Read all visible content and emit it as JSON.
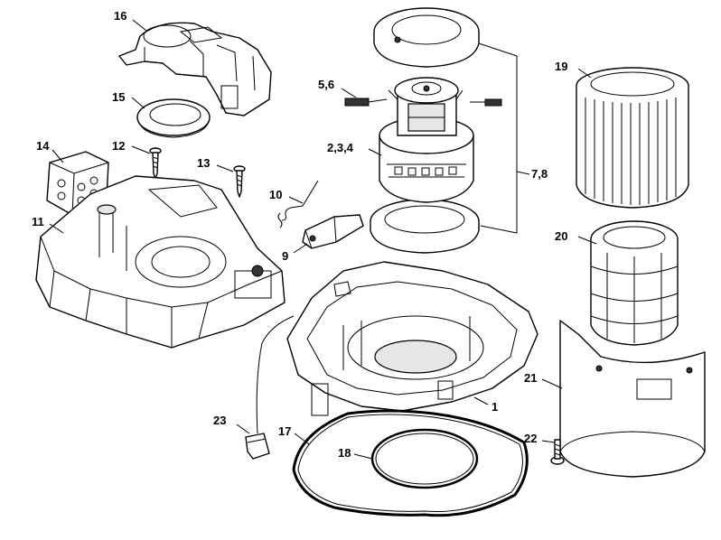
{
  "callouts": {
    "c1": "1",
    "c234": "2,3,4",
    "c56": "5,6",
    "c78": "7,8",
    "c9": "9",
    "c10": "10",
    "c11": "11",
    "c12": "12",
    "c13": "13",
    "c14": "14",
    "c15": "15",
    "c16": "16",
    "c17": "17",
    "c18": "18",
    "c19": "19",
    "c20": "20",
    "c21": "21",
    "c22": "22",
    "c23": "23"
  }
}
